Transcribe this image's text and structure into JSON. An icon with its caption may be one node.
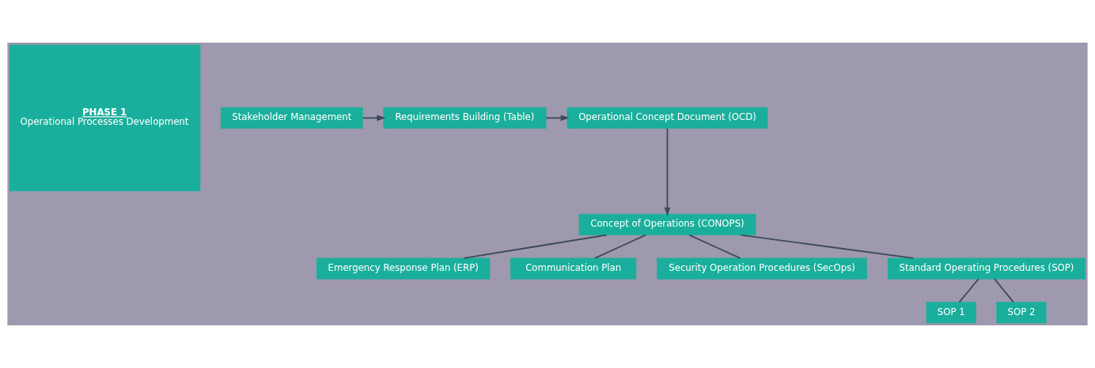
{
  "diagram": {
    "nodes": [
      {
        "text": [
          "PHASE 1",
          "Operational Processes Development"
        ]
      },
      {
        "text": [
          "Stakeholder Management"
        ]
      },
      {
        "text": [
          "Requirements Building (Table)"
        ]
      },
      {
        "text": [
          "Operational Concept Document (OCD)"
        ]
      },
      {
        "text": [
          "Concept of Operations (CONOPS)"
        ]
      },
      {
        "text": [
          "Emergency Response Plan (ERP)"
        ]
      },
      {
        "text": [
          "Communication Plan"
        ]
      },
      {
        "text": [
          "Security Operation Procedures (SecOps)"
        ]
      },
      {
        "text": [
          "Standard Operating Procedures (SOP)"
        ]
      },
      {
        "text": [
          "SOP 1"
        ]
      },
      {
        "text": [
          "SOP 2"
        ]
      }
    ],
    "edges": [
      {
        "from": 1,
        "to": 2,
        "arrow": "to"
      },
      {
        "from": 2,
        "to": 3,
        "arrow": "to"
      },
      {
        "from": 3,
        "to": 4,
        "arrow": "to"
      },
      {
        "from": 4,
        "to": 5,
        "arrow": "none"
      },
      {
        "from": 4,
        "to": 6,
        "arrow": "none"
      },
      {
        "from": 4,
        "to": 7,
        "arrow": "none"
      },
      {
        "from": 4,
        "to": 8,
        "arrow": "none"
      },
      {
        "from": 8,
        "to": 9,
        "arrow": "none"
      },
      {
        "from": 8,
        "to": 10,
        "arrow": "none"
      }
    ]
  }
}
